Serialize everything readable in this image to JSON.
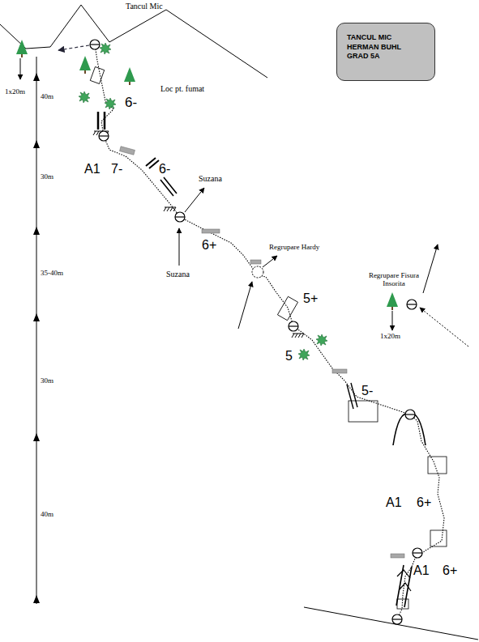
{
  "diagram": {
    "nodes": [
      {
        "text": [
          "TANCUL MIC HERMAN BUHL GRAD 5A"
        ]
      }
    ],
    "labels": [
      "Tancul Mic",
      "1x20m",
      "40m",
      "Loc pt. fumat",
      "6-",
      "A1",
      "7-",
      "6-",
      "30m",
      "Suzana",
      "6+",
      "Suzana",
      "35-40m",
      "Regrupare Hardy",
      "5+",
      "Regrupare Fisura Insorita",
      "1x20m",
      "5",
      "30m",
      "5-",
      "A1",
      "6+",
      "40m",
      "A1",
      "6+"
    ]
  }
}
